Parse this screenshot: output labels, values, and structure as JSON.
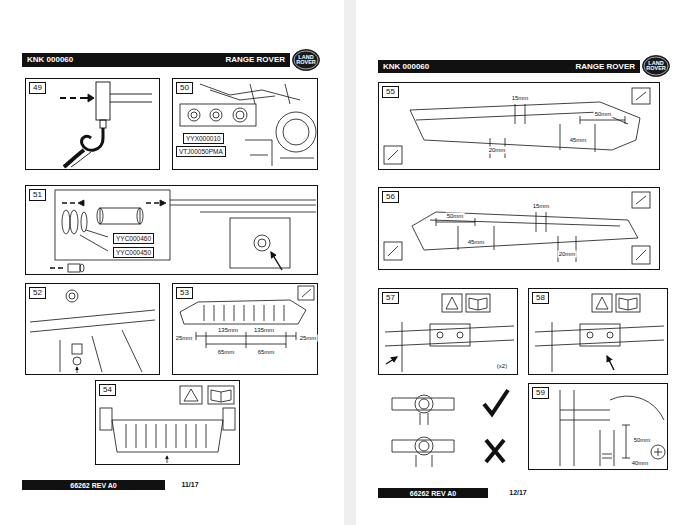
{
  "diagram": {
    "nodes": [
      {
        "text": [
          "KNK 000060",
          "RANGE ROVER"
        ]
      },
      {
        "text": [
          "LAND ROVER"
        ]
      },
      {
        "text": [
          "49"
        ]
      },
      {
        "text": [
          "50"
        ]
      },
      {
        "text": [
          "YYX000010"
        ],
        "in": 3
      },
      {
        "text": [
          "VTJ00050PMA"
        ],
        "in": 3
      },
      {
        "text": [
          "51"
        ]
      },
      {
        "text": [
          "YYC000460"
        ],
        "in": 6
      },
      {
        "text": [
          "YYC000450"
        ],
        "in": 6
      },
      {
        "text": [
          "52"
        ]
      },
      {
        "text": [
          "53"
        ]
      },
      {
        "text": [
          "54"
        ]
      },
      {
        "text": [
          "66262 REV A0"
        ]
      },
      {
        "text": [
          "KNK 000060",
          "RANGE ROVER"
        ]
      },
      {
        "text": [
          "LAND ROVER"
        ]
      },
      {
        "text": [
          "55"
        ]
      },
      {
        "text": [
          "56"
        ]
      },
      {
        "text": [
          "57"
        ]
      },
      {
        "text": [
          "58"
        ]
      },
      {
        "text": [
          "59"
        ]
      },
      {
        "text": [
          "66262 REV A0"
        ]
      }
    ],
    "labels": [
      "25mm",
      "135mm",
      "135mm",
      "25mm",
      "65mm",
      "65mm",
      "11/17",
      "15mm",
      "50mm",
      "45mm",
      "20mm",
      "50mm",
      "15mm",
      "45mm",
      "20mm",
      "(x2)",
      "50mm",
      "40mm",
      "12/17"
    ]
  }
}
